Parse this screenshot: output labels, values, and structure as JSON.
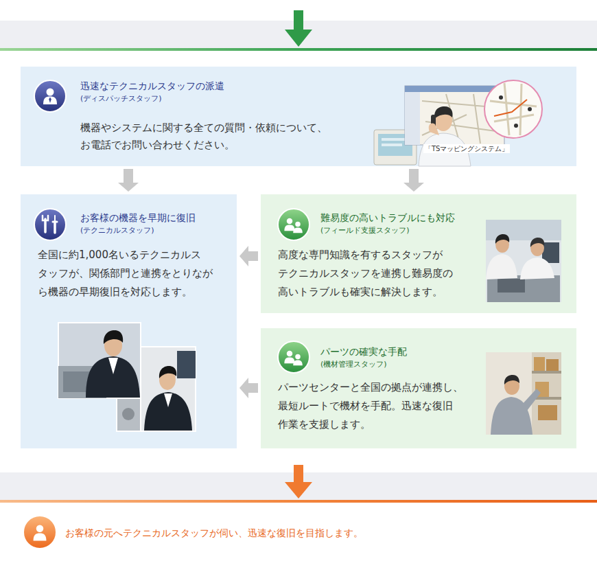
{
  "diagram": {
    "nodes": [
      {
        "text": [
          "迅速なテクニカルスタッフの派遣",
          "(ディスパッチスタッフ)",
          "機器やシステムに関する全ての質問・依頼について、 お電話でお問い合わせください。"
        ]
      },
      {
        "text": [
          "お客様の機器を早期に復旧",
          "(テクニカルスタッフ)",
          "全国に約1,000名いるテクニカルス タッフが、関係部門と連携をとりなが ら機器の早期復旧を対応します。"
        ]
      },
      {
        "text": [
          "難易度の高いトラブルにも対応",
          "(フィールド支援スタッフ)",
          "高度な専門知識を有するスタッフが テクニカルスタッフを連携し難易度の 高いトラブルも確実に解決します。"
        ]
      },
      {
        "text": [
          "パーツの確実な手配",
          "(機材管理スタッフ)",
          "パーツセンターと全国の拠点が連携し、 最短ルートで機材を手配。迅速な復旧 作業を支援します。"
        ]
      },
      {
        "text": [
          "お客様の元へテクニカルスタッフが伺い、迅速な復旧を目指します。"
        ]
      }
    ],
    "edges": [
      {
        "from": 0,
        "to": 1,
        "arrow": "to"
      },
      {
        "from": 0,
        "to": 2,
        "arrow": "to"
      },
      {
        "from": 2,
        "to": 1,
        "arrow": "to"
      },
      {
        "from": 3,
        "to": 1,
        "arrow": "to"
      }
    ],
    "labels": [
      "「TSマッピングシステム」"
    ]
  }
}
